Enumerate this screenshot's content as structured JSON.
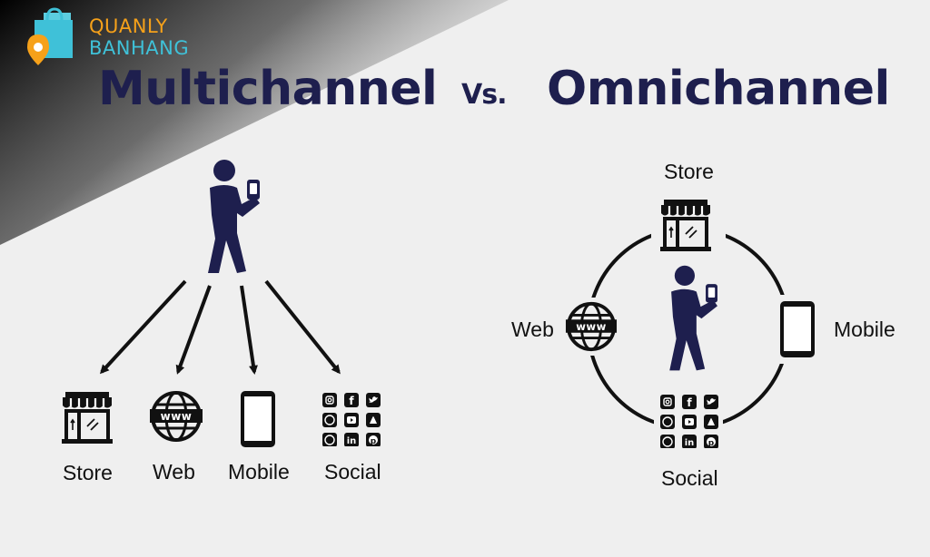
{
  "logo": {
    "line1": "QUANLY",
    "line2": "BANHANG"
  },
  "titles": {
    "left": "Multichannel",
    "vs": "Vs.",
    "right": "Omnichannel"
  },
  "multichannel": {
    "channels": [
      {
        "label": "Store",
        "icon": "store-icon"
      },
      {
        "label": "Web",
        "icon": "globe-www-icon"
      },
      {
        "label": "Mobile",
        "icon": "smartphone-icon"
      },
      {
        "label": "Social",
        "icon": "social-media-grid-icon"
      }
    ]
  },
  "omnichannel": {
    "channels": [
      {
        "label": "Store",
        "icon": "store-icon"
      },
      {
        "label": "Web",
        "icon": "globe-www-icon"
      },
      {
        "label": "Mobile",
        "icon": "smartphone-icon"
      },
      {
        "label": "Social",
        "icon": "social-media-grid-icon"
      }
    ]
  },
  "colors": {
    "navy": "#1e1f4e",
    "black": "#111111",
    "logo_orange": "#f6a11a",
    "logo_cyan": "#3fc1d8",
    "background": "#efefef"
  }
}
